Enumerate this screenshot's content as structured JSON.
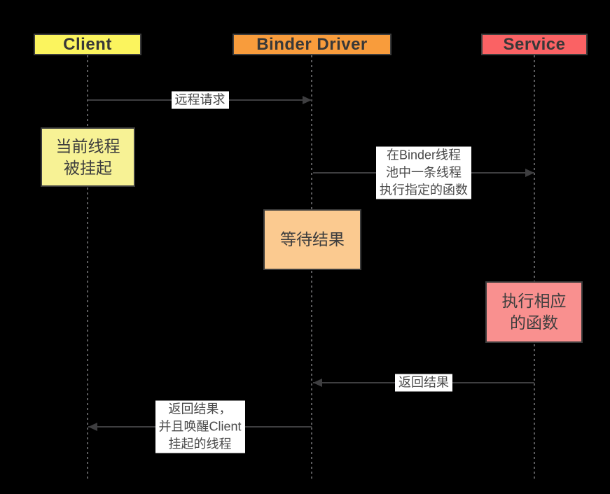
{
  "actors": [
    {
      "id": "client",
      "label": "Client",
      "color": "#fbf45e"
    },
    {
      "id": "binder-driver",
      "label": "Binder Driver",
      "color": "#f89c3c"
    },
    {
      "id": "service",
      "label": "Service",
      "color": "#fa6264"
    }
  ],
  "messages": [
    {
      "from": "client",
      "to": "binder-driver",
      "label": "远程请求"
    },
    {
      "from": "binder-driver",
      "to": "service",
      "label": "在Binder线程\n池中一条线程\n执行指定的函数"
    },
    {
      "from": "service",
      "to": "binder-driver",
      "label": "返回结果"
    },
    {
      "from": "binder-driver",
      "to": "client",
      "label": "返回结果，\n并且唤醒Client\n挂起的线程"
    }
  ],
  "notes": [
    {
      "on": "client",
      "label": "当前线程\n被挂起",
      "color": "#f7f295"
    },
    {
      "on": "binder-driver",
      "label": "等待结果",
      "color": "#fbca90"
    },
    {
      "on": "service",
      "label": "执行相应\n的函数",
      "color": "#f9908f"
    }
  ],
  "colors": {
    "background": "#000000",
    "border": "#3c3c3c",
    "arrow_line": "#3e3e40",
    "lifeline_dot": "#5a5a5c",
    "label_background": "#ffffff",
    "label_text": "#4a4a4a",
    "actor_text": "#383838",
    "note_text": "#3e3e3e"
  }
}
